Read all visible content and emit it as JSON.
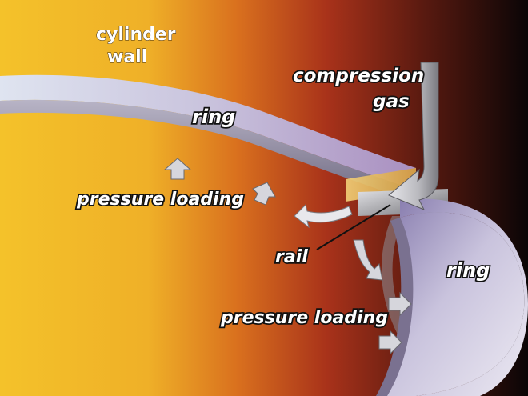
{
  "labels": {
    "cylinder_wall_line1": "cylinder",
    "cylinder_wall_line2": "wall",
    "compression_line1": "compression",
    "compression_line2": "gas",
    "ring_top": "ring",
    "ring_right": "ring",
    "pressure_loading_left": "pressure loading",
    "pressure_loading_bottom": "pressure loading",
    "rail": "rail"
  },
  "colors": {
    "background_left": "#f4c22a",
    "background_mid": "#d9701e",
    "background_red": "#a8321a",
    "background_right": "#0a0506",
    "ring_top_face": "#c9c3dd",
    "ring_side_face": "#8f889f",
    "rail_metal": "#a9a9ad",
    "gas_arrow": "#b9b9be",
    "pressure_arrow": "#d6d6dc"
  }
}
